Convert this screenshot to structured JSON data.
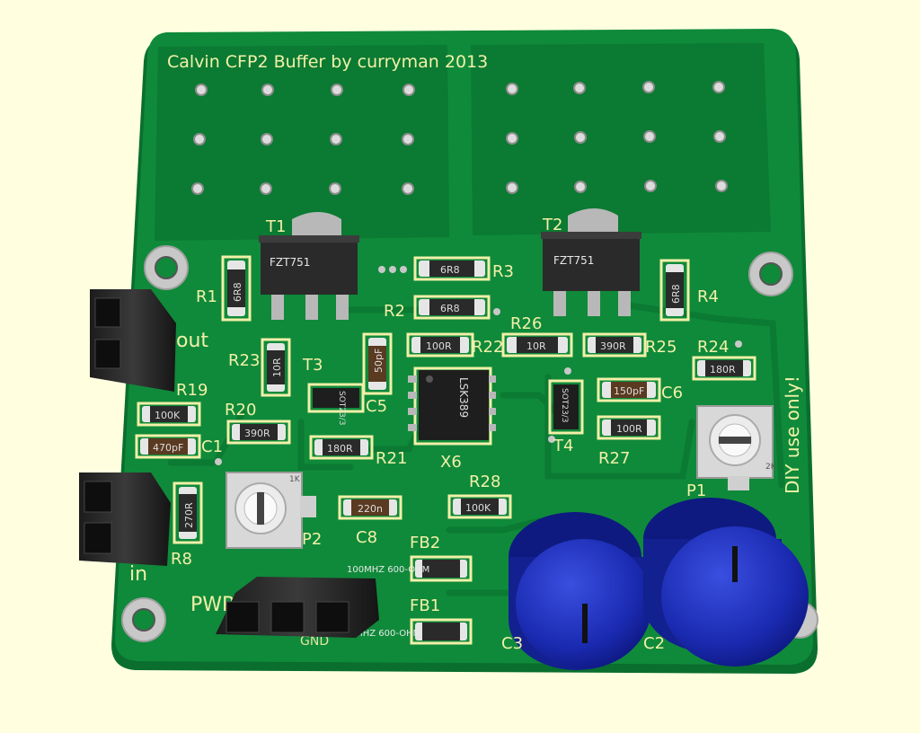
{
  "board": {
    "title": "Calvin CFP2 Buffer by curryman 2013",
    "diy_note": "DIY use only!"
  },
  "connectors": {
    "out_label": "out",
    "in_label": "in",
    "pwr_label": "PWR",
    "gnd_label": "GND"
  },
  "transistors": {
    "t1": {
      "ref": "T1",
      "part": "FZT751"
    },
    "t2": {
      "ref": "T2",
      "part": "FZT751"
    },
    "t3": {
      "ref": "T3",
      "package": "SOT23/3"
    },
    "t4": {
      "ref": "T4",
      "package": "SOT23/3"
    }
  },
  "ic": {
    "ref": "X6",
    "part": "LSK389"
  },
  "resistors": [
    {
      "ref": "R1",
      "value": "6R8"
    },
    {
      "ref": "R2",
      "value": "6R8"
    },
    {
      "ref": "R3",
      "value": "6R8"
    },
    {
      "ref": "R4",
      "value": "6R8"
    },
    {
      "ref": "R8",
      "value": "270R"
    },
    {
      "ref": "R19",
      "value": "100K"
    },
    {
      "ref": "R20",
      "value": "390R"
    },
    {
      "ref": "R21",
      "value": "180R"
    },
    {
      "ref": "R22",
      "value": "100R"
    },
    {
      "ref": "R23",
      "value": "10R"
    },
    {
      "ref": "R24",
      "value": "180R"
    },
    {
      "ref": "R25",
      "value": "390R"
    },
    {
      "ref": "R26",
      "value": "10R"
    },
    {
      "ref": "R27",
      "value": "100R"
    },
    {
      "ref": "R28",
      "value": "100K"
    }
  ],
  "capacitors": [
    {
      "ref": "C1",
      "value": "470pF"
    },
    {
      "ref": "C5",
      "value": "50pF"
    },
    {
      "ref": "C6",
      "value": "150pF"
    },
    {
      "ref": "C8",
      "value": "220n"
    },
    {
      "ref": "C3"
    },
    {
      "ref": "C2"
    }
  ],
  "ferrites": [
    {
      "ref": "FB1",
      "value": "100MHZ 600-OHM"
    },
    {
      "ref": "FB2",
      "value": "100MHZ 600-OHM"
    }
  ],
  "pots": [
    {
      "ref": "P1",
      "marking": "2K"
    },
    {
      "ref": "P2",
      "marking": "1K"
    }
  ],
  "colors": {
    "background": "#ffffe0",
    "pcb": "#0f8a3a",
    "pcb_dark": "#0a6b2c",
    "silk": "#f2f0a8",
    "capacitor": "#1f2fbf"
  }
}
